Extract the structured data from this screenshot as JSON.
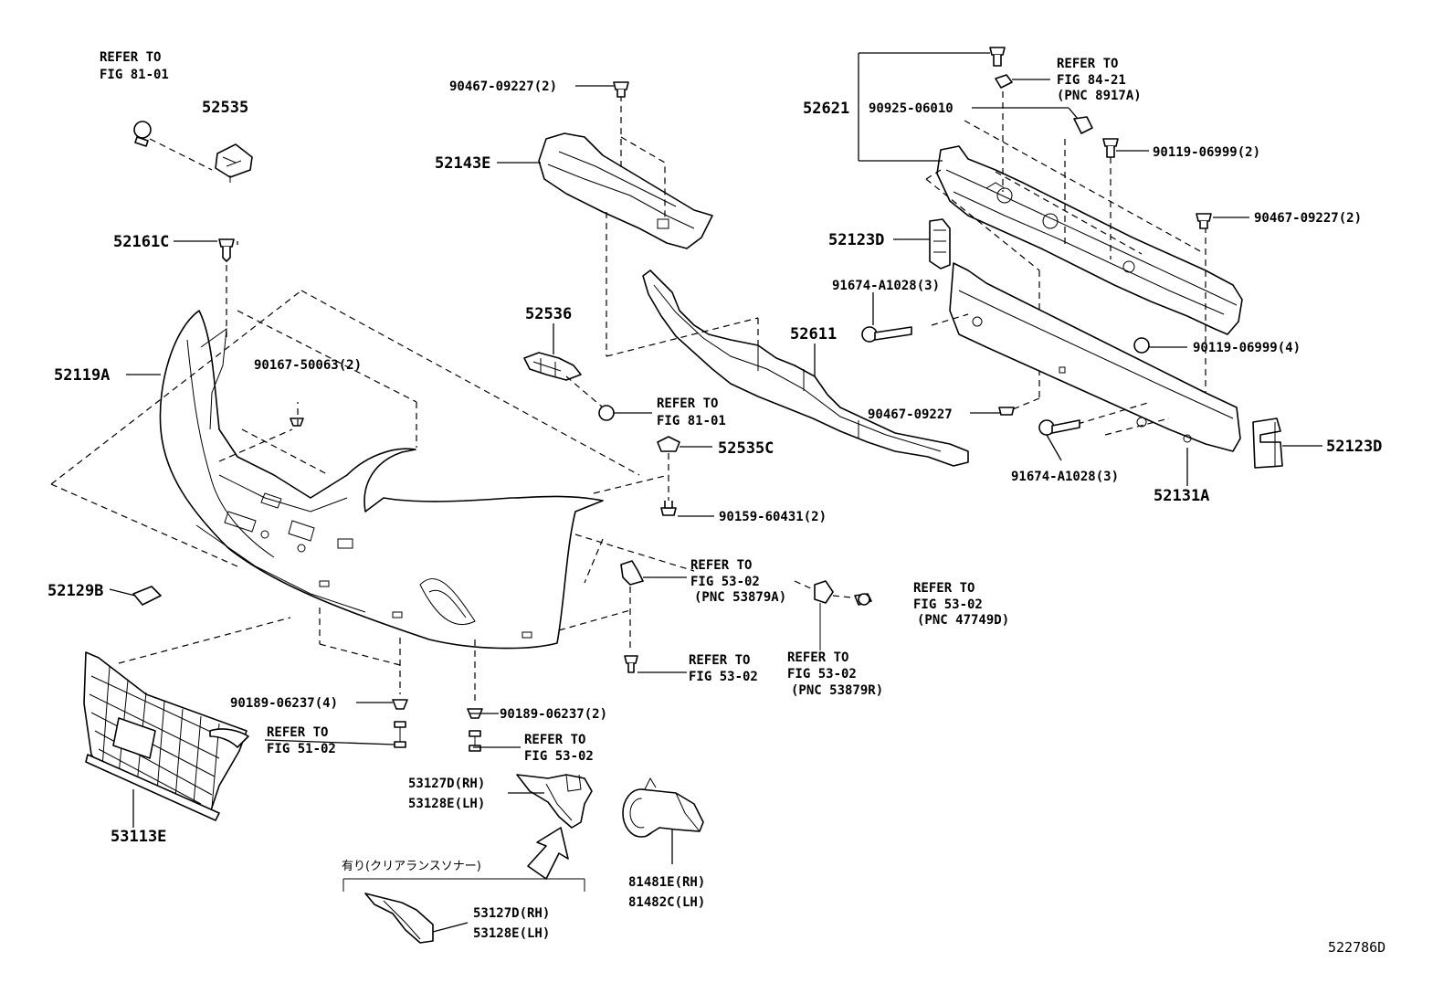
{
  "diagram_id": "522786D",
  "labels": {
    "p52535": "52535",
    "p52161C": "52161C",
    "p52119A": "52119A",
    "p90167": "90167-50063(2)",
    "p52129B": "52129B",
    "p53113E": "53113E",
    "p90189_4": "90189-06237(4)",
    "p90189_2": "90189-06237(2)",
    "p90467_top": "90467-09227(2)",
    "p52143E": "52143E",
    "p52536": "52536",
    "p52535C": "52535C",
    "p90159": "90159-60431(2)",
    "p52611": "52611",
    "p52621": "52621",
    "p90925": "90925-06010",
    "p90119_2": "90119-06999(2)",
    "p90467_right": "90467-09227(2)",
    "p52123D_a": "52123D",
    "p91674_a": "91674-A1028(3)",
    "p90119_4": "90119-06999(4)",
    "p90467_mid": "90467-09227",
    "p91674_b": "91674-A1028(3)",
    "p52131A": "52131A",
    "p52123D_b": "52123D",
    "p53127D_a": "53127D(RH)",
    "p53128E_a": "53128E(LH)",
    "p53127D_b": "53127D(RH)",
    "p53128E_b": "53128E(LH)",
    "p81481E": "81481E(RH)",
    "p81482C": "81482C(LH)",
    "sonar_note": "有り(クリアランスソナー)"
  },
  "refs": {
    "r1_l1": "REFER TO",
    "r1_l2": "FIG 81-01",
    "r2_l1": "REFER TO",
    "r2_l2": "FIG 81-01",
    "r3_l1": "REFER TO",
    "r3_l2": "FIG 84-21",
    "r3_l3": "(PNC 8917A)",
    "r4_l1": "REFER TO",
    "r4_l2": "FIG 53-02",
    "r4_l3": "(PNC 53879A)",
    "r5_l1": "REFER TO",
    "r5_l2": "FIG 53-02",
    "r5_l3": "(PNC 47749D)",
    "r6_l1": "REFER TO",
    "r6_l2": "FIG 53-02",
    "r7_l1": "REFER TO",
    "r7_l2": "FIG 53-02",
    "r7_l3": "(PNC 53879R)",
    "r8_l1": "REFER TO",
    "r8_l2": "FIG 51-02",
    "r9_l1": "REFER TO",
    "r9_l2": "FIG 53-02"
  }
}
